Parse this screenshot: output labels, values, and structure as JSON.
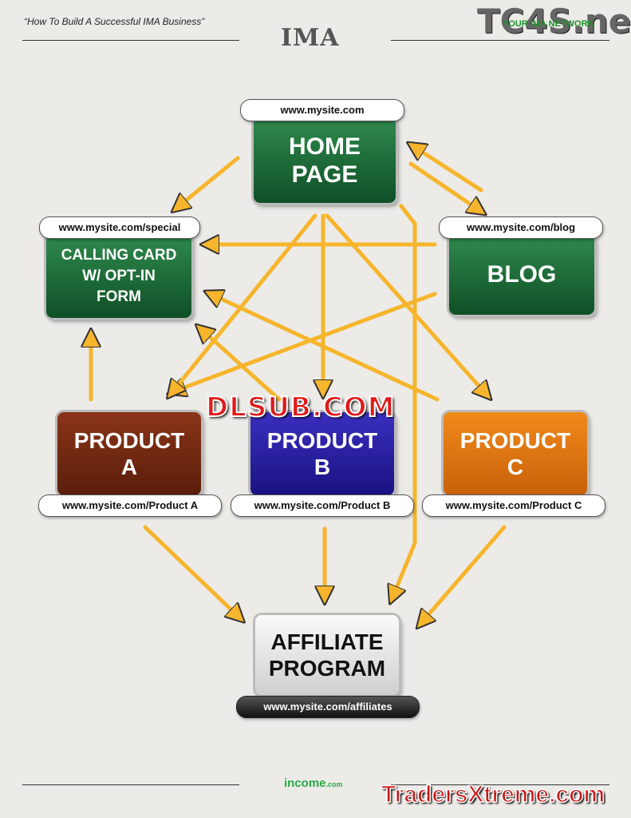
{
  "header": {
    "title": "“How To Build A Successful IMA Business”",
    "logo": "IMA",
    "brand": "TC4S.net",
    "brand_tagline": "YOUR IMA NETWORK"
  },
  "nodes": {
    "home": {
      "url": "www.mysite.com",
      "line1": "HOME",
      "line2": "PAGE"
    },
    "calling": {
      "url": "www.mysite.com/special",
      "line1": "CALLING CARD",
      "line2": "W/ OPT-IN",
      "line3": "FORM"
    },
    "blog": {
      "url": "www.mysite.com/blog",
      "label": "BLOG"
    },
    "product_a": {
      "url": "www.mysite.com/Product A",
      "line1": "PRODUCT",
      "line2": "A"
    },
    "product_b": {
      "url": "www.mysite.com/Product B",
      "line1": "PRODUCT",
      "line2": "B"
    },
    "product_c": {
      "url": "www.mysite.com/Product C",
      "line1": "PRODUCT",
      "line2": "C"
    },
    "affiliate": {
      "url": "www.mysite.com/affiliates",
      "line1": "AFFILIATE",
      "line2": "PROGRAM"
    }
  },
  "watermarks": {
    "center": "DLSUB.COM",
    "bottom": "TradersXtreme.com"
  },
  "footer": {
    "logo": "income",
    "logo_suffix": ".com"
  },
  "colors": {
    "arrow": "#f6b52c",
    "green": "#14582c",
    "product_a": "#6e2710",
    "product_b": "#241a9e",
    "product_c": "#e0780c"
  }
}
